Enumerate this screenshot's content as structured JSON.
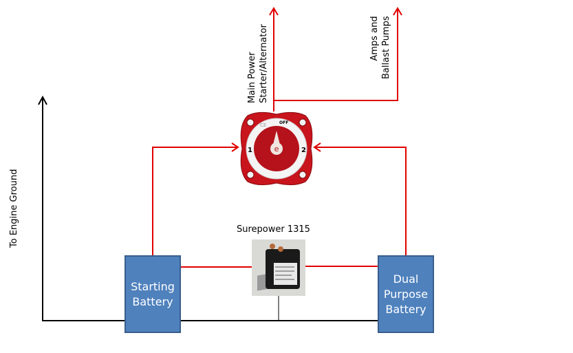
{
  "labels": {
    "main_power": "Main Power",
    "starter_alternator": "Starter/Alternator",
    "amps": "Amps and",
    "ballast_pumps": "Ballast Pumps",
    "engine_ground": "To Engine Ground",
    "surepower": "Surepower  1315"
  },
  "batteries": {
    "starting": [
      "Starting",
      "Battery"
    ],
    "dual": [
      "Dual",
      "Purpose",
      "Battery"
    ]
  },
  "switch": {
    "off": "OFF",
    "pos1": "1",
    "pos2": "2",
    "ce": "CE",
    "logo": "e"
  },
  "colors": {
    "positive_wire": "#e00000",
    "ground_wire": "#000000",
    "battery_fill": "#4f81bd",
    "battery_border": "#385d8a",
    "switch_red": "#c8141c"
  }
}
